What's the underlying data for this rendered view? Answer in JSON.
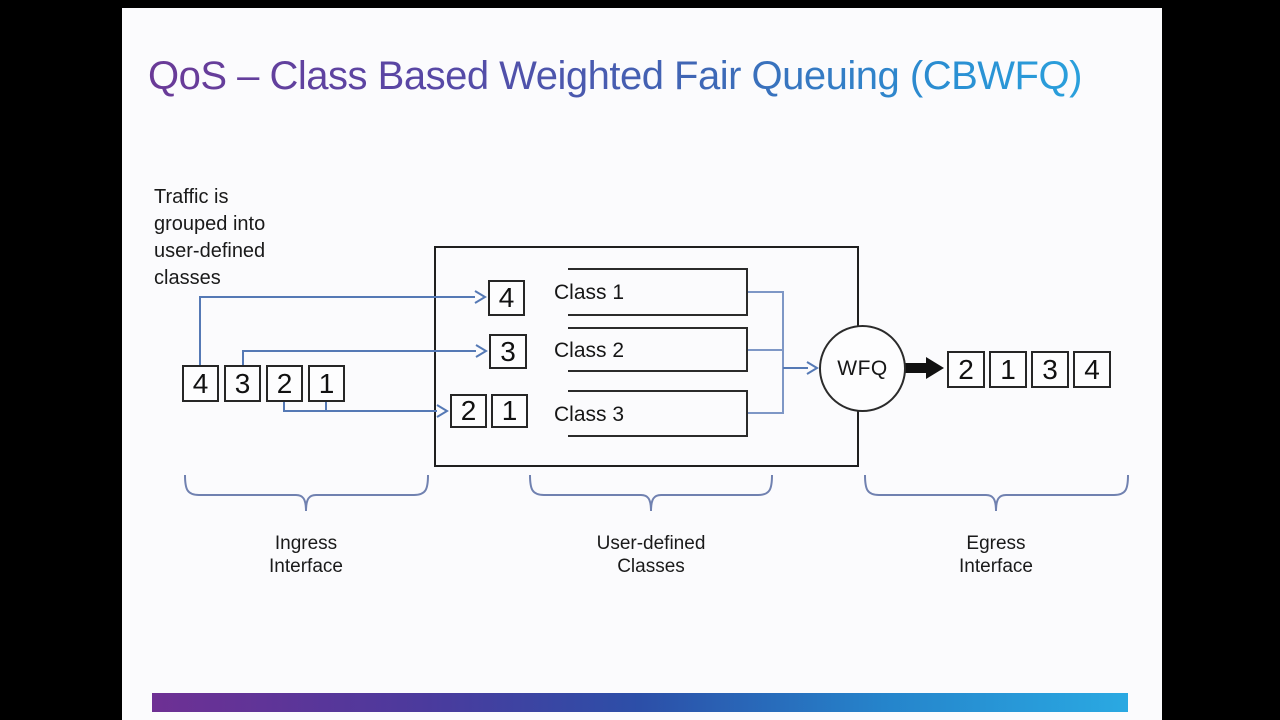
{
  "title": "QoS – Class Based Weighted Fair Queuing (CBWFQ)",
  "annotation": {
    "line1": "Traffic is",
    "line2": "grouped into",
    "line3": "user-defined",
    "line4": "classes"
  },
  "diagram": {
    "ingress_queue": [
      "4",
      "3",
      "2",
      "1"
    ],
    "class_rows": [
      {
        "queue_boxes": [
          "4"
        ],
        "class_label": "Class 1"
      },
      {
        "queue_boxes": [
          "3"
        ],
        "class_label": "Class 2"
      },
      {
        "queue_boxes": [
          "2",
          "1"
        ],
        "class_label": "Class 3"
      }
    ],
    "scheduler_label": "WFQ",
    "egress_queue": [
      "2",
      "1",
      "3",
      "4"
    ]
  },
  "captions": {
    "ingress": {
      "line1": "Ingress",
      "line2": "Interface"
    },
    "classes": {
      "line1": "User-defined",
      "line2": "Classes"
    },
    "egress": {
      "line1": "Egress",
      "line2": "Interface"
    }
  },
  "colors": {
    "title_gradient_start": "#6a3a97",
    "title_gradient_end": "#2aa0dc",
    "arrow_blue": "#5579b5",
    "connector_blue": "#7e97c6",
    "brace_blue": "#7081b0",
    "bar_gradient_start": "#6e3094",
    "bar_gradient_end": "#2aa9e2",
    "box_border": "#262626"
  }
}
